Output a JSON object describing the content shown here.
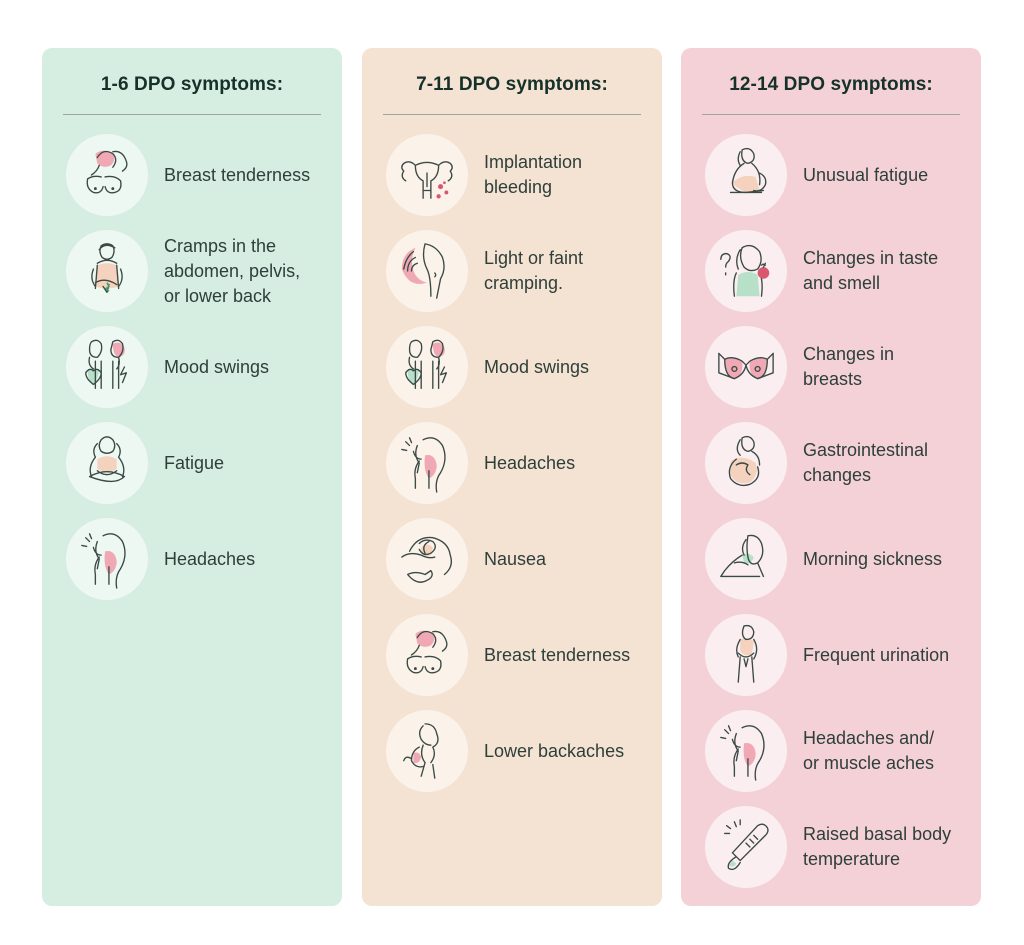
{
  "columns": [
    {
      "title": "1-6 DPO symptoms:",
      "bg": "#d6ede1",
      "circle": "#eef8f2",
      "items": [
        {
          "icon": "breast-tenderness-icon",
          "label": "Breast tenderness"
        },
        {
          "icon": "abdominal-cramps-icon",
          "label": "Cramps in the\nabdomen, pelvis,\nor lower back"
        },
        {
          "icon": "mood-swings-icon",
          "label": "Mood swings"
        },
        {
          "icon": "fatigue-icon",
          "label": "Fatigue"
        },
        {
          "icon": "headache-icon",
          "label": "Headaches"
        }
      ]
    },
    {
      "title": "7-11 DPO symptoms:",
      "bg": "#f4e2d2",
      "circle": "#fbf2ea",
      "items": [
        {
          "icon": "uterus-bleeding-icon",
          "label": "Implantation\nbleeding"
        },
        {
          "icon": "light-cramping-icon",
          "label": "Light or faint\ncramping."
        },
        {
          "icon": "mood-swings-icon",
          "label": "Mood swings"
        },
        {
          "icon": "headache-icon",
          "label": "Headaches"
        },
        {
          "icon": "nausea-icon",
          "label": "Nausea"
        },
        {
          "icon": "breast-tenderness-icon",
          "label": "Breast tenderness"
        },
        {
          "icon": "lower-backache-icon",
          "label": "Lower backaches"
        }
      ]
    },
    {
      "title": "12-14 DPO symptoms:",
      "bg": "#f4d1d6",
      "circle": "#fbeef0",
      "items": [
        {
          "icon": "unusual-fatigue-icon",
          "label": "Unusual fatigue"
        },
        {
          "icon": "taste-smell-icon",
          "label": "Changes in taste\nand smell"
        },
        {
          "icon": "bra-breasts-icon",
          "label": "Changes in\nbreasts"
        },
        {
          "icon": "gastrointestinal-icon",
          "label": "Gastrointestinal\nchanges"
        },
        {
          "icon": "morning-sickness-icon",
          "label": "Morning sickness"
        },
        {
          "icon": "frequent-urination-icon",
          "label": "Frequent urination"
        },
        {
          "icon": "headache-icon",
          "label": "Headaches and/\nor muscle aches"
        },
        {
          "icon": "thermometer-icon",
          "label": "Raised basal body\ntemperature"
        }
      ]
    }
  ]
}
